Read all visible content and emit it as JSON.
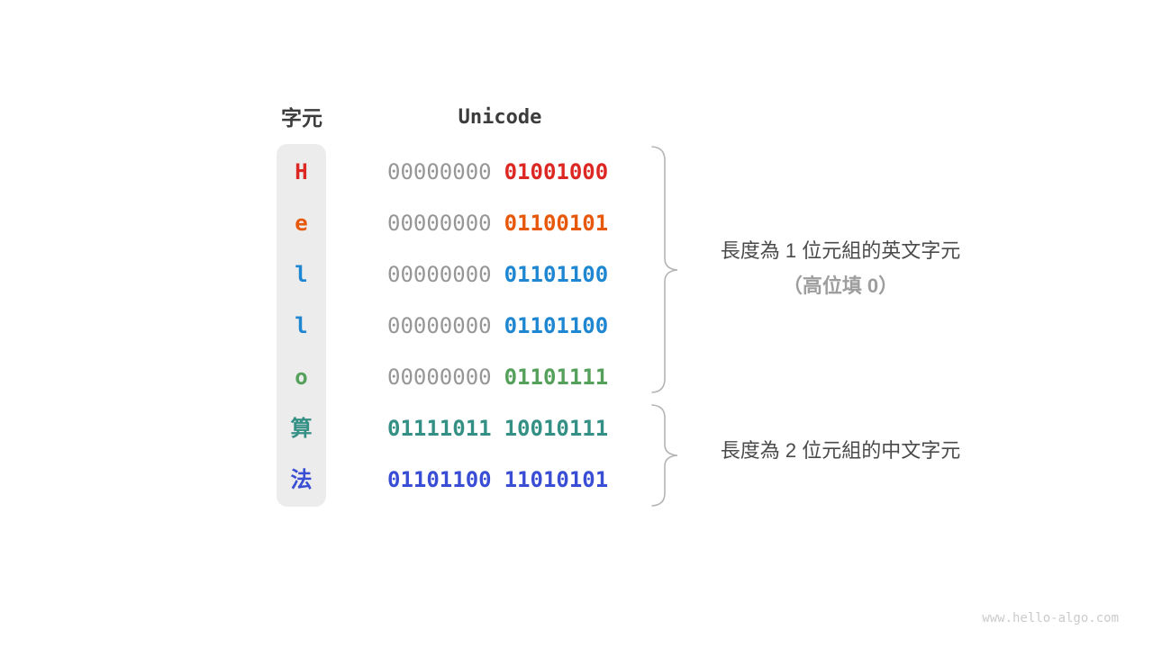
{
  "diagram": {
    "headers": {
      "char": "字元",
      "unicode": "Unicode"
    },
    "rows": [
      {
        "char": "H",
        "high": "00000000",
        "low": "01001000",
        "color": "#dc2723",
        "high_color": "#969696"
      },
      {
        "char": "e",
        "high": "00000000",
        "low": "01100101",
        "color": "#e8580b",
        "high_color": "#969696"
      },
      {
        "char": "l",
        "high": "00000000",
        "low": "01101100",
        "color": "#1f87d2",
        "high_color": "#969696"
      },
      {
        "char": "l",
        "high": "00000000",
        "low": "01101100",
        "color": "#1f87d2",
        "high_color": "#969696"
      },
      {
        "char": "o",
        "high": "00000000",
        "low": "01101111",
        "color": "#55a05a",
        "high_color": "#969696"
      },
      {
        "char": "算",
        "high": "01111011",
        "low": "10010111",
        "color": "#349085",
        "high_color": "#349085"
      },
      {
        "char": "法",
        "high": "01101100",
        "low": "11010101",
        "color": "#3a4ed5",
        "high_color": "#3a4ed5"
      }
    ],
    "annotations": {
      "english": {
        "line1": "長度為 1 位元組的英文字元",
        "line2": "（高位填 0）"
      },
      "chinese": {
        "line1": "長度為 2 位元組的中文字元"
      }
    },
    "watermark": "www.hello-algo.com",
    "colors": {
      "header_text": "#3c3c3c",
      "muted_binary": "#969696",
      "row_background": "#ececec",
      "brace": "#b4b4b4",
      "annotation_primary": "#4a4a4a",
      "annotation_secondary": "#9e9e9e",
      "watermark": "#cbcbcb"
    }
  }
}
